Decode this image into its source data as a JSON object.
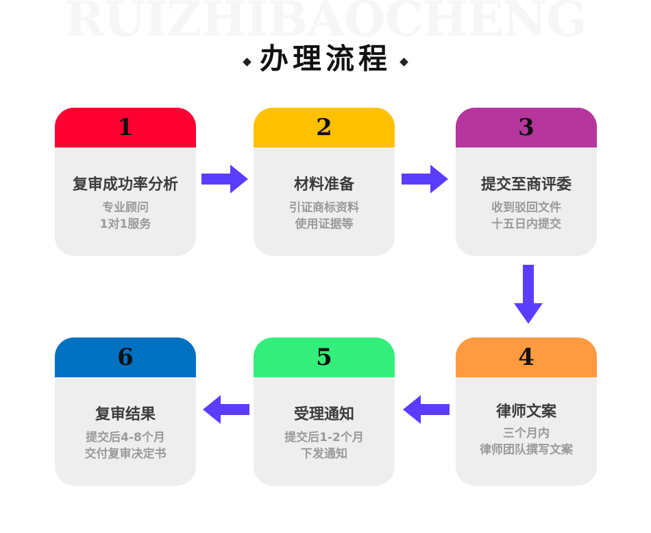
{
  "watermark": "RUIZHIBAOCHENG",
  "title": "办理流程",
  "colors": {
    "arrow": "#5a3dff",
    "step1": "#ff0033",
    "step2": "#ffc000",
    "step3": "#b5369c",
    "step4": "#ff9a40",
    "step5": "#33ee7a",
    "step6": "#0070c0"
  },
  "steps": [
    {
      "num": "1",
      "title": "复审成功率分析",
      "lines": [
        "专业顾问",
        "1对1服务"
      ]
    },
    {
      "num": "2",
      "title": "材料准备",
      "lines": [
        "引证商标资料",
        "使用证据等"
      ]
    },
    {
      "num": "3",
      "title": "提交至商评委",
      "lines": [
        "收到驳回文件",
        "十五日内提交"
      ]
    },
    {
      "num": "4",
      "title": "律师文案",
      "lines": [
        "三个月内",
        "律师团队撰写文案"
      ]
    },
    {
      "num": "5",
      "title": "受理通知",
      "lines": [
        "提交后1-2个月",
        "下发通知"
      ]
    },
    {
      "num": "6",
      "title": "复审结果",
      "lines": [
        "提交后4-8个月",
        "交付复审决定书"
      ]
    }
  ]
}
